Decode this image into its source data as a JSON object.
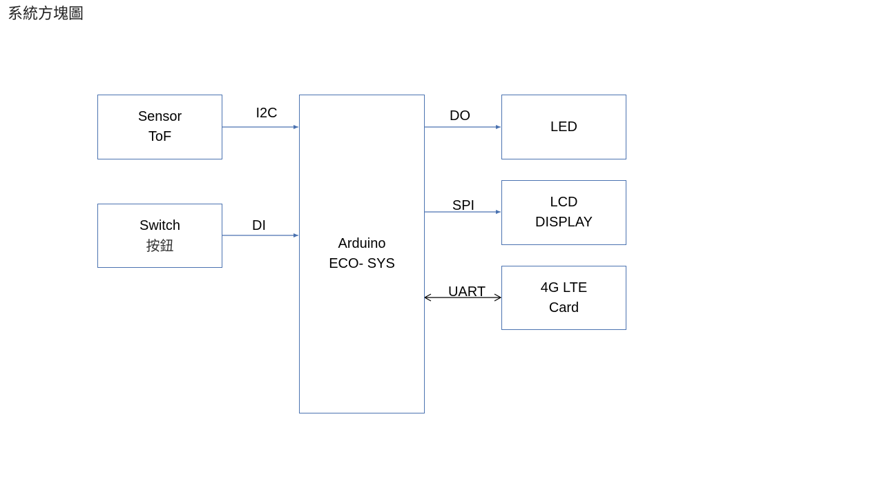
{
  "title": "系統方塊圖",
  "colors": {
    "box_border": "#4a72b0",
    "arrow": "#4a72b0",
    "bidirectional_arrow": "#000000"
  },
  "blocks": {
    "sensor": {
      "lines": [
        "Sensor",
        "ToF"
      ]
    },
    "switch": {
      "lines": [
        "Switch",
        "按鈕"
      ]
    },
    "arduino": {
      "lines": [
        "Arduino",
        "ECO- SYS"
      ]
    },
    "led": {
      "lines": [
        "LED"
      ]
    },
    "lcd": {
      "lines": [
        "LCD",
        "DISPLAY"
      ]
    },
    "lte": {
      "lines": [
        "4G LTE",
        "Card"
      ]
    }
  },
  "connections": [
    {
      "from": "sensor",
      "to": "arduino",
      "label": "I2C",
      "direction": "one-way"
    },
    {
      "from": "switch",
      "to": "arduino",
      "label": "DI",
      "direction": "one-way"
    },
    {
      "from": "arduino",
      "to": "led",
      "label": "DO",
      "direction": "one-way"
    },
    {
      "from": "arduino",
      "to": "lcd",
      "label": "SPI",
      "direction": "one-way"
    },
    {
      "from": "arduino",
      "to": "lte",
      "label": "UART",
      "direction": "bidirectional"
    }
  ]
}
